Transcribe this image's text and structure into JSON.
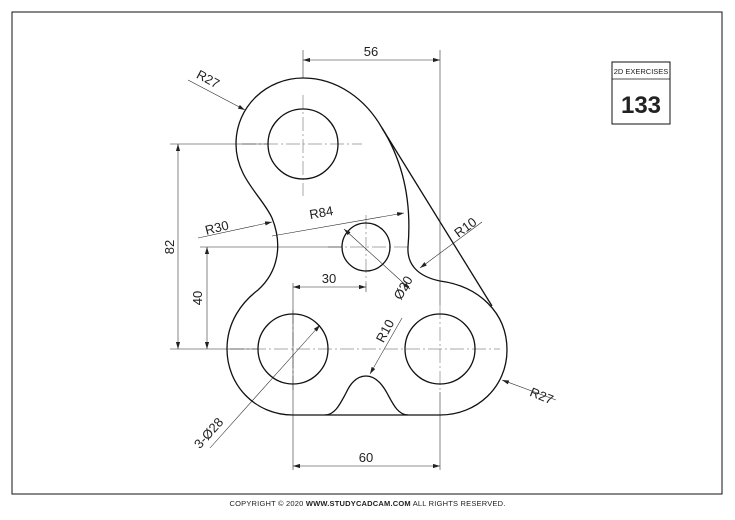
{
  "title_block": {
    "caption": "2D EXERCISES",
    "number": "133"
  },
  "dimensions": {
    "top_width": "56",
    "top_radius": "R27",
    "left_arc_radius": "R30",
    "large_arc_radius": "R84",
    "right_fillet": "R10",
    "center_hole": "Ø20",
    "overall_height": "82",
    "hole_height": "40",
    "hole_offset": "30",
    "bottom_fillet": "R10",
    "lower_holes": "3-Ø28",
    "right_radius": "R27",
    "bottom_width": "60"
  },
  "footer": {
    "prefix": "COPYRIGHT © 2020",
    "site": "WWW.STUDYCADCAM.COM",
    "suffix": "ALL RIGHTS RESERVED."
  },
  "colors": {
    "line": "#111111",
    "background": "#ffffff"
  }
}
